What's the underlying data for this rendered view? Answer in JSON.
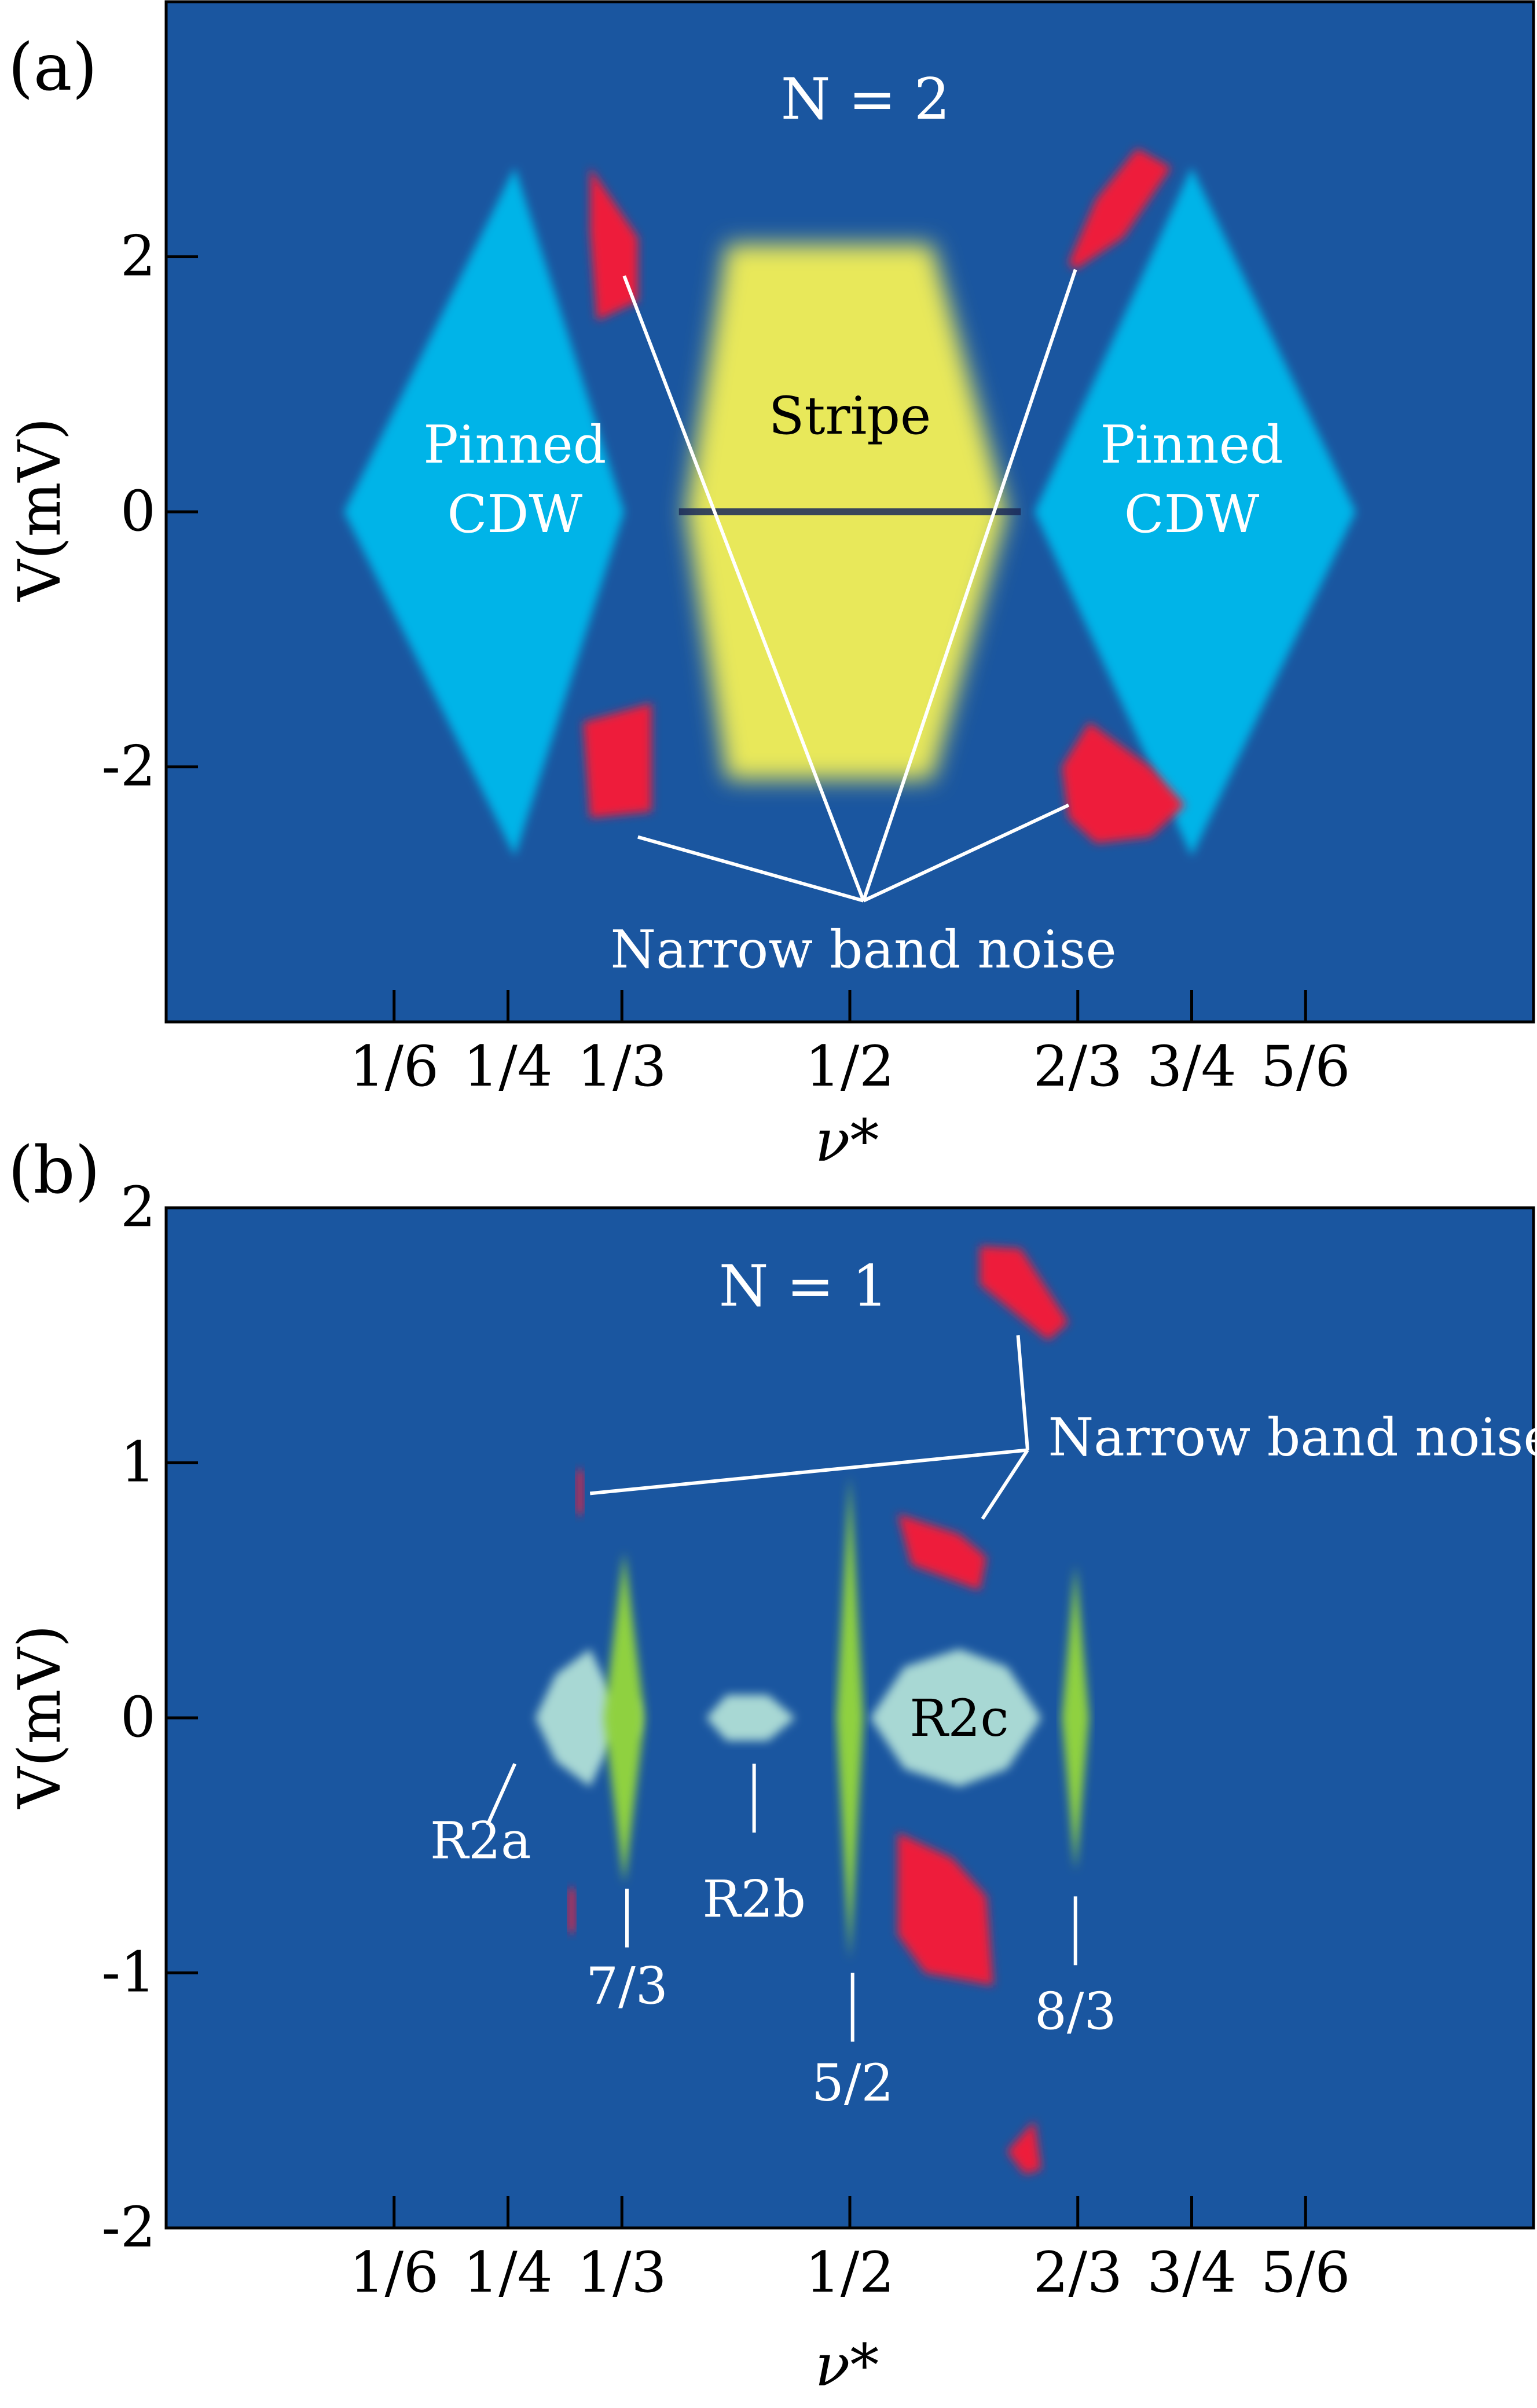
{
  "colors": {
    "background": "#1a56a0",
    "pinned_cdw": "#00b4e8",
    "stripe": "#e8e85a",
    "narrow_band_noise": "#ee1c3a",
    "reentrant_phase": "#a8d8d4",
    "fractional_state": "#8fd13f",
    "annotation": "#ffffff",
    "axis": "#000000"
  },
  "chart_data": [
    {
      "panel": "(a)",
      "type": "region-map",
      "title": "N = 2",
      "xlabel": "ν*",
      "ylabel": "V(mV)",
      "xlim": [
        0,
        1
      ],
      "ylim": [
        -4,
        4
      ],
      "x_ticks": [
        {
          "value": 0.1667,
          "label": "1/6"
        },
        {
          "value": 0.25,
          "label": "1/4"
        },
        {
          "value": 0.3333,
          "label": "1/3"
        },
        {
          "value": 0.5,
          "label": "1/2"
        },
        {
          "value": 0.6667,
          "label": "2/3"
        },
        {
          "value": 0.75,
          "label": "3/4"
        },
        {
          "value": 0.8333,
          "label": "5/6"
        }
      ],
      "y_ticks": [
        {
          "value": 2,
          "label": "2"
        },
        {
          "value": 0,
          "label": "0"
        },
        {
          "value": -2,
          "label": "-2"
        }
      ],
      "regions": [
        {
          "kind": "pinned_cdw",
          "label": [
            "Pinned",
            "CDW"
          ],
          "shape": "diamond",
          "x": [
            0.13,
            0.255,
            0.335
          ],
          "y": [
            -2.7,
            0,
            2.7
          ]
        },
        {
          "kind": "pinned_cdw",
          "label": [
            "Pinned",
            "CDW"
          ],
          "shape": "diamond",
          "x": [
            0.635,
            0.75,
            0.87
          ],
          "y": [
            -2.7,
            0,
            2.7
          ]
        },
        {
          "kind": "stripe",
          "label": [
            "Stripe"
          ],
          "shape": "hexagon",
          "x": [
            0.38,
            0.41,
            0.56,
            0.615
          ],
          "y": [
            -2.1,
            0,
            2.1
          ]
        },
        {
          "kind": "narrow_band_noise",
          "label": [],
          "points": [
            [
              0.31,
              2.7
            ],
            [
              0.345,
              2.15
            ],
            [
              0.345,
              1.65
            ],
            [
              0.315,
              1.5
            ],
            [
              0.31,
              2.2
            ]
          ]
        },
        {
          "kind": "narrow_band_noise",
          "label": [],
          "points": [
            [
              0.66,
              1.95
            ],
            [
              0.68,
              2.45
            ],
            [
              0.71,
              2.85
            ],
            [
              0.735,
              2.7
            ],
            [
              0.7,
              2.15
            ],
            [
              0.665,
              1.9
            ]
          ]
        },
        {
          "kind": "narrow_band_noise",
          "label": [],
          "points": [
            [
              0.305,
              -1.65
            ],
            [
              0.355,
              -1.5
            ],
            [
              0.355,
              -2.35
            ],
            [
              0.31,
              -2.4
            ]
          ]
        },
        {
          "kind": "narrow_band_noise",
          "label": [],
          "points": [
            [
              0.655,
              -2.0
            ],
            [
              0.675,
              -1.65
            ],
            [
              0.72,
              -2.0
            ],
            [
              0.745,
              -2.3
            ],
            [
              0.72,
              -2.55
            ],
            [
              0.68,
              -2.6
            ],
            [
              0.66,
              -2.4
            ]
          ]
        }
      ],
      "annotations": [
        {
          "text": "Narrow band noise",
          "anchor": [
            0.5,
            -3.1
          ]
        }
      ]
    },
    {
      "panel": "(b)",
      "type": "region-map",
      "title": "N = 1",
      "xlabel": "ν*",
      "ylabel": "V(mV)",
      "xlim": [
        0,
        1
      ],
      "ylim": [
        -2,
        2
      ],
      "x_ticks": [
        {
          "value": 0.1667,
          "label": "1/6"
        },
        {
          "value": 0.25,
          "label": "1/4"
        },
        {
          "value": 0.3333,
          "label": "1/3"
        },
        {
          "value": 0.5,
          "label": "1/2"
        },
        {
          "value": 0.6667,
          "label": "2/3"
        },
        {
          "value": 0.75,
          "label": "3/4"
        },
        {
          "value": 0.8333,
          "label": "5/6"
        }
      ],
      "y_ticks": [
        {
          "value": 2,
          "label": "2"
        },
        {
          "value": 1,
          "label": "1"
        },
        {
          "value": 0,
          "label": "0"
        },
        {
          "value": -1,
          "label": "-1"
        },
        {
          "value": -2,
          "label": "-2"
        }
      ],
      "regions": [
        {
          "kind": "reentrant_phase",
          "label": "R2a",
          "points": [
            [
              0.27,
              0.0
            ],
            [
              0.285,
              0.17
            ],
            [
              0.31,
              0.27
            ],
            [
              0.325,
              0.1
            ],
            [
              0.345,
              0.06
            ],
            [
              0.345,
              -0.06
            ],
            [
              0.325,
              -0.1
            ],
            [
              0.31,
              -0.27
            ],
            [
              0.285,
              -0.17
            ]
          ]
        },
        {
          "kind": "reentrant_phase",
          "label": "R2b",
          "points": [
            [
              0.395,
              0.0
            ],
            [
              0.41,
              0.09
            ],
            [
              0.44,
              0.09
            ],
            [
              0.46,
              0.0
            ],
            [
              0.44,
              -0.09
            ],
            [
              0.41,
              -0.09
            ]
          ]
        },
        {
          "kind": "reentrant_phase",
          "label": "R2c",
          "points": [
            [
              0.515,
              0.0
            ],
            [
              0.54,
              0.2
            ],
            [
              0.58,
              0.27
            ],
            [
              0.615,
              0.2
            ],
            [
              0.64,
              0.0
            ],
            [
              0.615,
              -0.2
            ],
            [
              0.58,
              -0.27
            ],
            [
              0.54,
              -0.2
            ]
          ]
        },
        {
          "kind": "fractional_state",
          "label": "7/3",
          "points": [
            [
              0.335,
              0.65
            ],
            [
              0.35,
              0.0
            ],
            [
              0.335,
              -0.65
            ],
            [
              0.32,
              0.0
            ]
          ]
        },
        {
          "kind": "fractional_state",
          "label": "5/2",
          "points": [
            [
              0.5,
              0.95
            ],
            [
              0.51,
              0.0
            ],
            [
              0.5,
              -0.95
            ],
            [
              0.49,
              0.0
            ]
          ]
        },
        {
          "kind": "fractional_state",
          "label": "8/3",
          "points": [
            [
              0.665,
              0.6
            ],
            [
              0.675,
              0.0
            ],
            [
              0.665,
              -0.6
            ],
            [
              0.655,
              0.0
            ]
          ]
        },
        {
          "kind": "narrow_band_noise",
          "label": [],
          "points": [
            [
              0.595,
              1.85
            ],
            [
              0.625,
              1.84
            ],
            [
              0.66,
              1.55
            ],
            [
              0.645,
              1.48
            ],
            [
              0.595,
              1.7
            ]
          ]
        },
        {
          "kind": "narrow_band_noise",
          "label": [],
          "points": [
            [
              0.535,
              0.8
            ],
            [
              0.58,
              0.72
            ],
            [
              0.6,
              0.63
            ],
            [
              0.595,
              0.5
            ],
            [
              0.545,
              0.6
            ]
          ]
        },
        {
          "kind": "narrow_band_noise",
          "label": [],
          "points": [
            [
              0.535,
              -0.45
            ],
            [
              0.575,
              -0.55
            ],
            [
              0.6,
              -0.7
            ],
            [
              0.605,
              -1.05
            ],
            [
              0.555,
              -1.0
            ],
            [
              0.535,
              -0.85
            ]
          ]
        },
        {
          "kind": "narrow_band_noise",
          "label": [],
          "points": [
            [
              0.3,
              0.97
            ],
            [
              0.305,
              0.97
            ],
            [
              0.305,
              0.8
            ],
            [
              0.3,
              0.8
            ]
          ]
        },
        {
          "kind": "narrow_band_noise",
          "label": [],
          "points": [
            [
              0.294,
              -0.67
            ],
            [
              0.299,
              -0.67
            ],
            [
              0.299,
              -0.84
            ],
            [
              0.294,
              -0.84
            ]
          ]
        },
        {
          "kind": "narrow_band_noise",
          "label": [],
          "points": [
            [
              0.615,
              -1.7
            ],
            [
              0.635,
              -1.58
            ],
            [
              0.64,
              -1.77
            ],
            [
              0.628,
              -1.79
            ]
          ]
        }
      ],
      "annotations": [
        {
          "text": "Narrow band noise",
          "anchor": [
            0.63,
            1.05
          ]
        }
      ]
    }
  ]
}
